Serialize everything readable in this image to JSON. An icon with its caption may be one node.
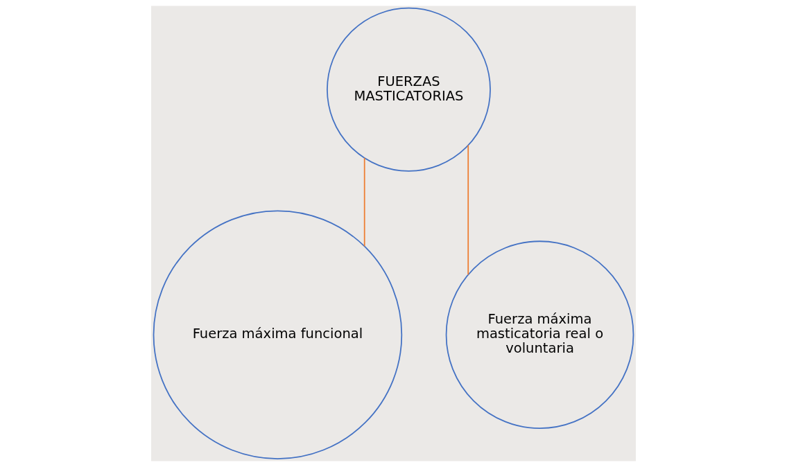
{
  "diagram": {
    "nodes": [
      {
        "text": [
          "FUERZAS MASTICATORIAS"
        ]
      },
      {
        "text": [
          "Fuerza máxima funcional"
        ]
      },
      {
        "text": [
          "Fuerza máxima masticatoria real o voluntaria"
        ]
      }
    ],
    "edges": [
      {
        "from": 0,
        "to": 1,
        "arrow": "none"
      },
      {
        "from": 0,
        "to": 2,
        "arrow": "none"
      }
    ]
  }
}
